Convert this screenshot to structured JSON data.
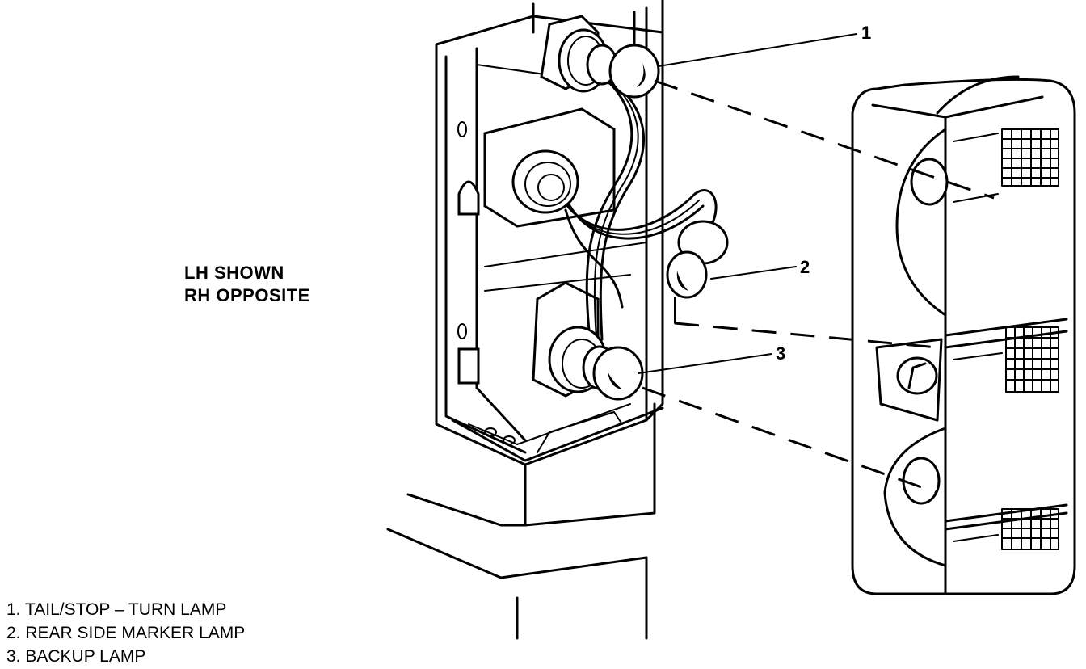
{
  "note": {
    "line1": "LH SHOWN",
    "line2": "RH OPPOSITE"
  },
  "callouts": [
    "1",
    "2",
    "3"
  ],
  "legend": [
    "1. TAIL/STOP – TURN LAMP",
    "2. REAR SIDE MARKER LAMP",
    "3. BACKUP LAMP"
  ]
}
